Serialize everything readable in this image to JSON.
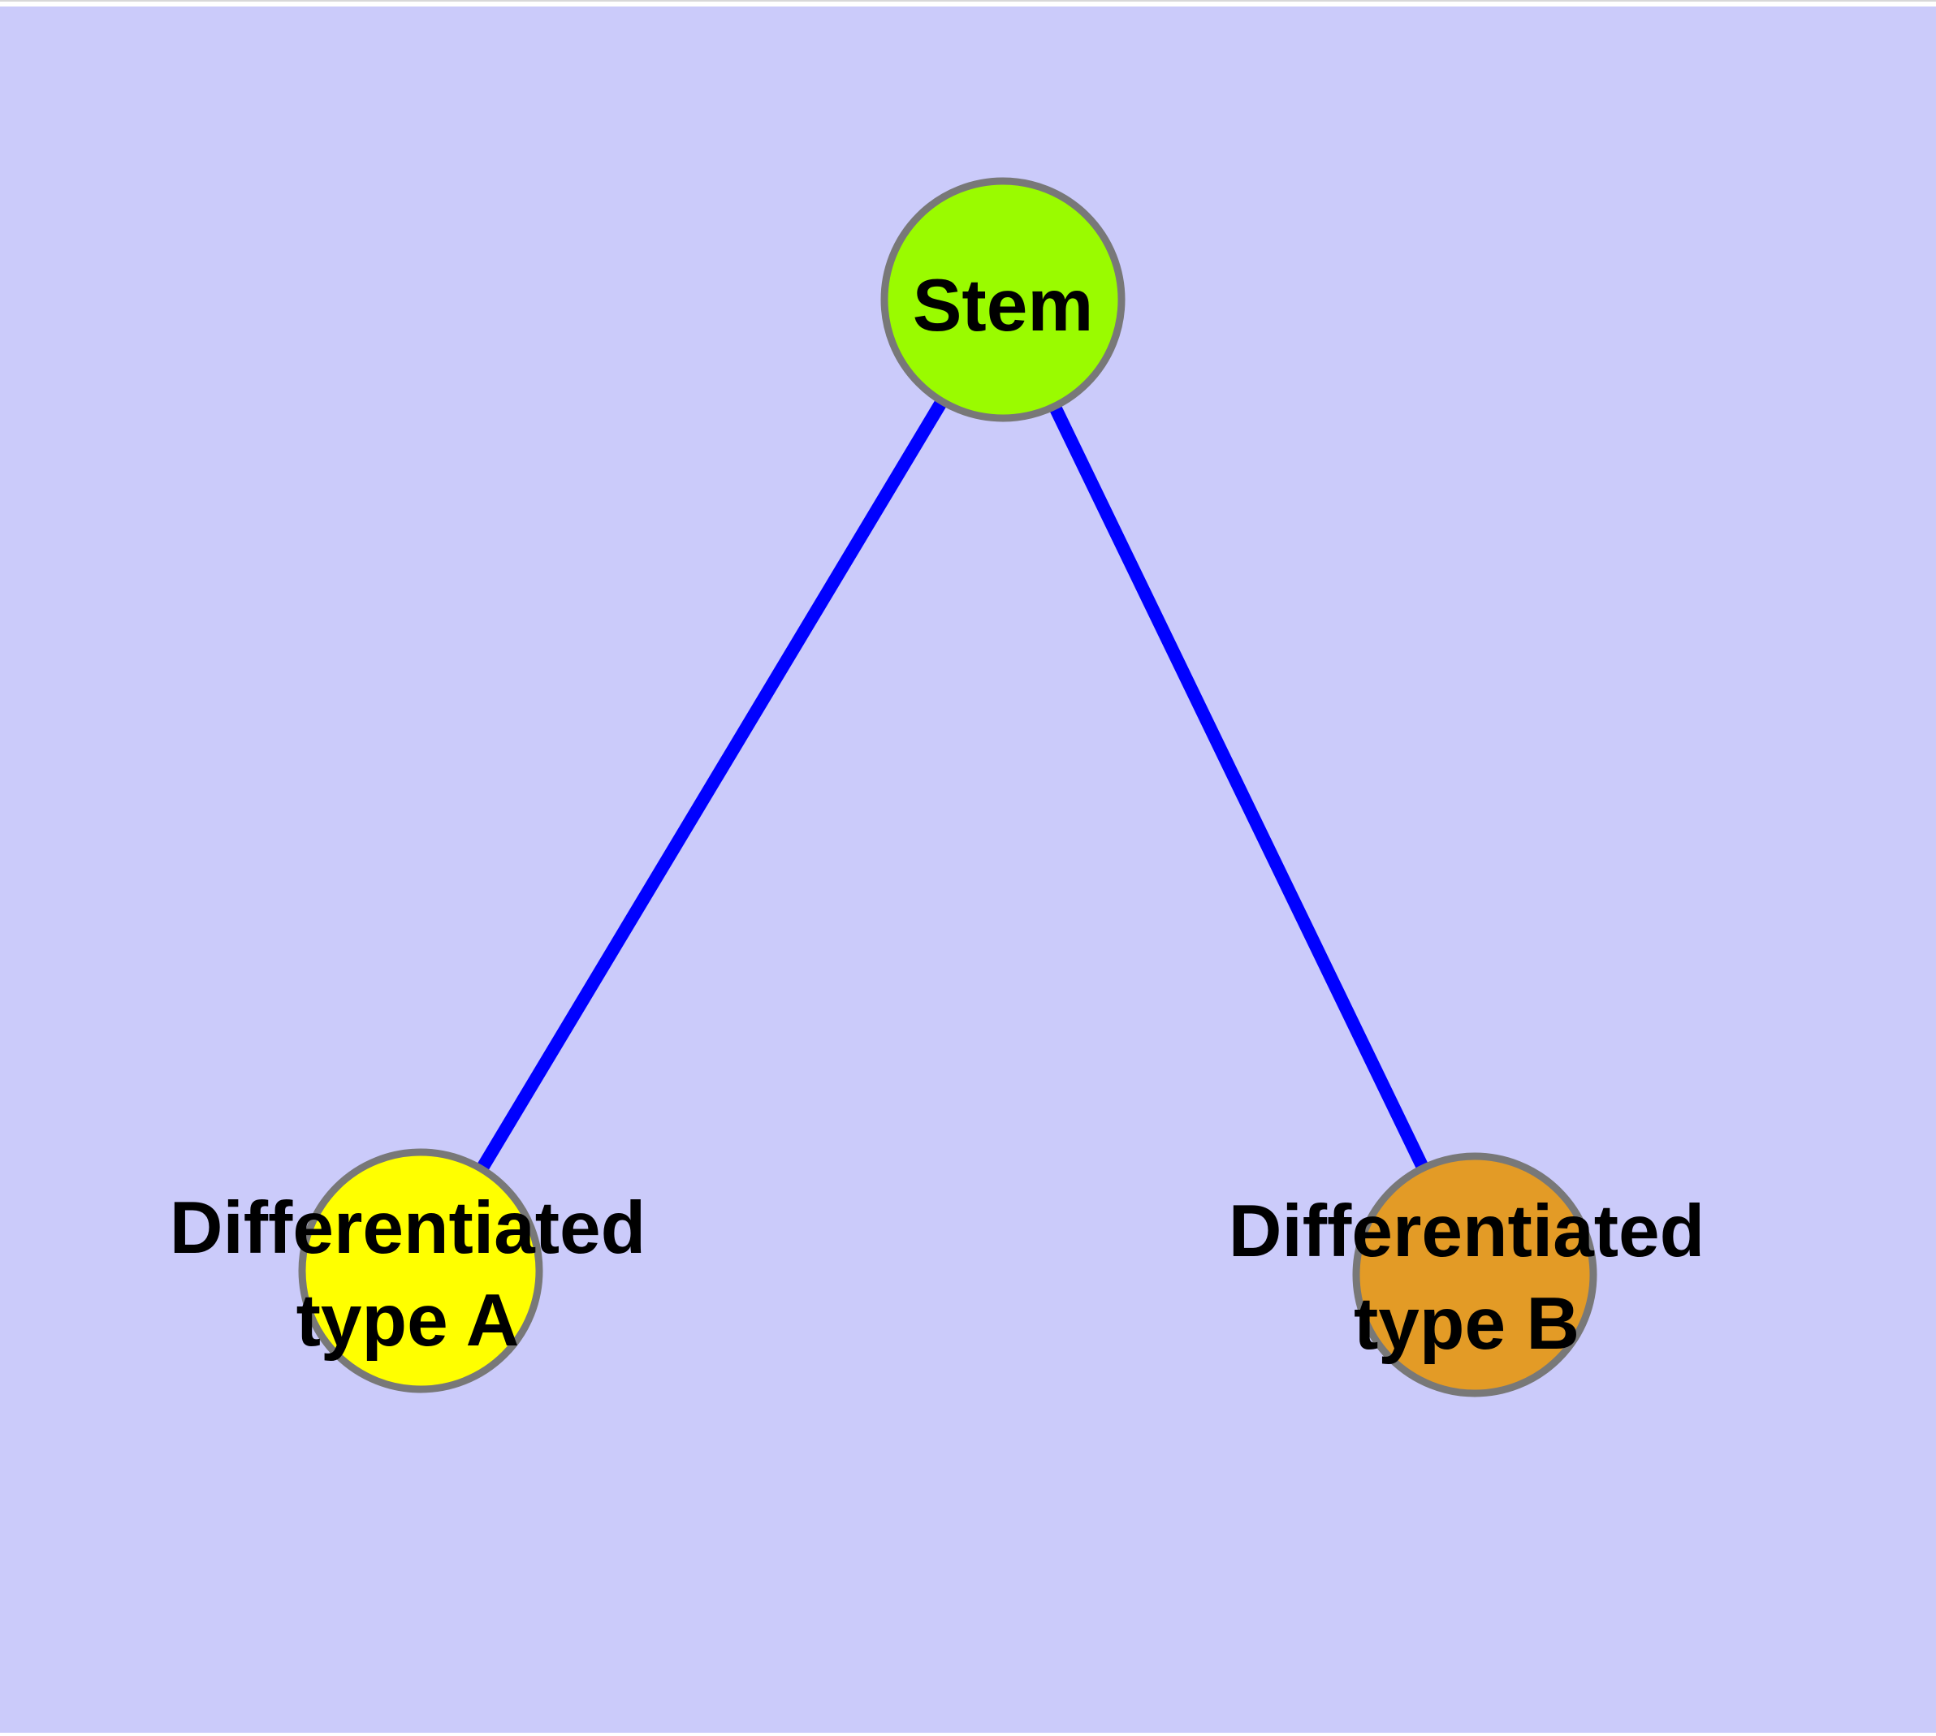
{
  "canvas": {
    "margin_color": "#ffffff",
    "top_border_color": "#d8d8d8",
    "plot_background_color": "#cbcbfa"
  },
  "graph": {
    "description": "Cell differentiation tree: one stem node connected to two differentiated cell-type nodes",
    "edge_color": "#0000ff",
    "node_border_color": "#787878",
    "label_color": "#000000",
    "nodes": [
      {
        "id": "stem",
        "label": "Stem",
        "color": "#9afb00"
      },
      {
        "id": "differentiated-type-a",
        "label": "Differentiated\ntype A",
        "color": "#ffff00"
      },
      {
        "id": "differentiated-type-b",
        "label": "Differentiated\ntype B",
        "color": "#e39b26"
      }
    ],
    "edges": [
      {
        "from": "stem",
        "to": "differentiated-type-a"
      },
      {
        "from": "stem",
        "to": "differentiated-type-b"
      }
    ]
  }
}
